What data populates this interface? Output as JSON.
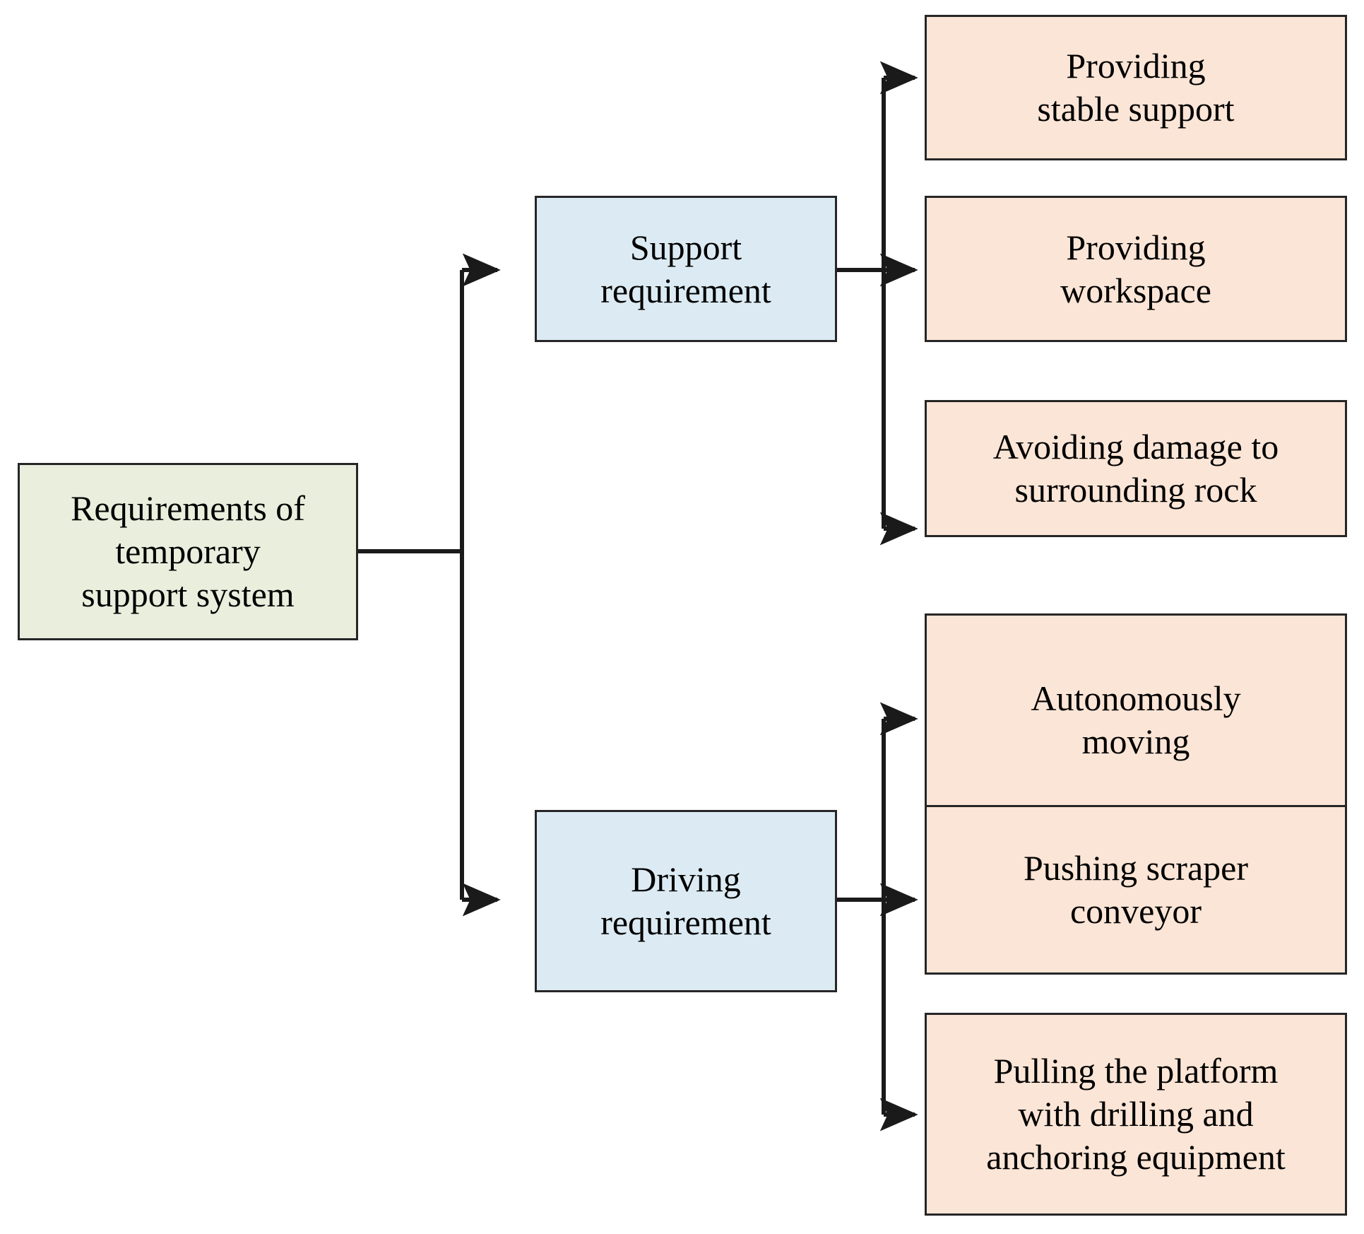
{
  "diagram": {
    "type": "hierarchy-flowchart",
    "orientation": "left-to-right",
    "background_color": "#ffffff",
    "edge_color": "#1a1a1a",
    "border_color": "#262626",
    "palette": {
      "root_fill": "#eaeedd",
      "level1_fill": "#dcebf3",
      "leaf_fill": "#fbe5d6"
    },
    "root": {
      "id": "root",
      "label": "Requirements of\ntemporary\nsupport system"
    },
    "branches": [
      {
        "id": "support-requirement",
        "label": "Support\nrequirement",
        "children": [
          {
            "id": "providing-stable-support",
            "label": "Providing\nstable support"
          },
          {
            "id": "providing-workspace",
            "label": "Providing\nworkspace"
          },
          {
            "id": "avoiding-damage-surrounding-rock",
            "label": "Avoiding damage to\nsurrounding rock"
          }
        ]
      },
      {
        "id": "driving-requirement",
        "label": "Driving\nrequirement",
        "children": [
          {
            "id": "autonomously-moving",
            "label": "Autonomously\nmoving"
          },
          {
            "id": "pushing-scraper-conveyor",
            "label": "Pushing scraper\nconveyor"
          },
          {
            "id": "pulling-platform-drilling-anchoring",
            "label": "Pulling the platform\nwith drilling and\nanchoring equipment"
          }
        ]
      }
    ]
  }
}
